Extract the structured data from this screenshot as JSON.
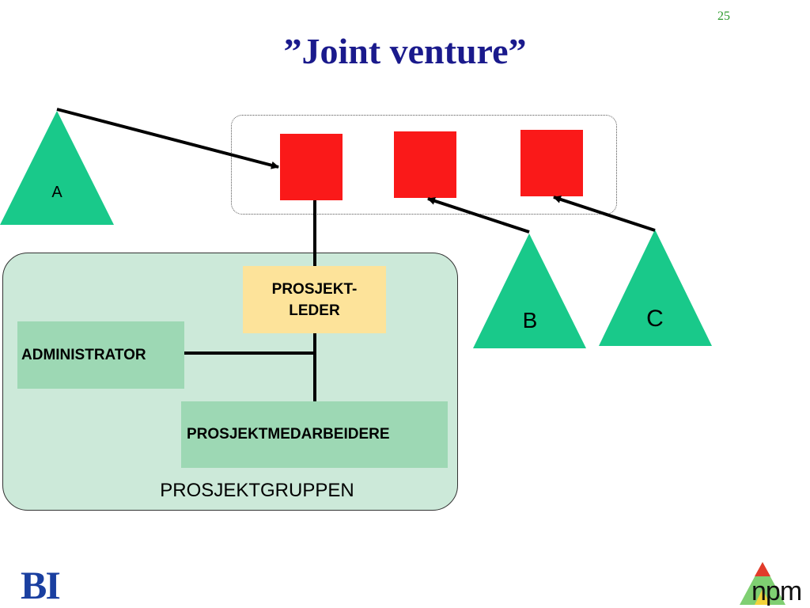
{
  "slide": {
    "page_number": "25",
    "title": "”Joint venture”"
  },
  "diagram": {
    "partners": [
      {
        "id": "A",
        "label": "A"
      },
      {
        "id": "B",
        "label": "B"
      },
      {
        "id": "C",
        "label": "C"
      }
    ],
    "project_group": {
      "label": "PROSJEKTGRUPPEN",
      "project_leader": "PROSJEKT-\nLEDER",
      "administrator": "ADMINISTRATOR",
      "project_staff": "PROSJEKTMEDARBEIDERE"
    }
  },
  "logos": {
    "left": "BI",
    "right": "npm"
  },
  "colors": {
    "title": "#1a1a8c",
    "triangle": "#19c98a",
    "square": "#fa1919",
    "group_fill": "#cce9d9",
    "inner_box": "#9dd8b4",
    "leader_box": "#fde39a",
    "page_number": "#2e9b2e",
    "logo_bi": "#1a3fa0",
    "npm_text": "#111111"
  }
}
